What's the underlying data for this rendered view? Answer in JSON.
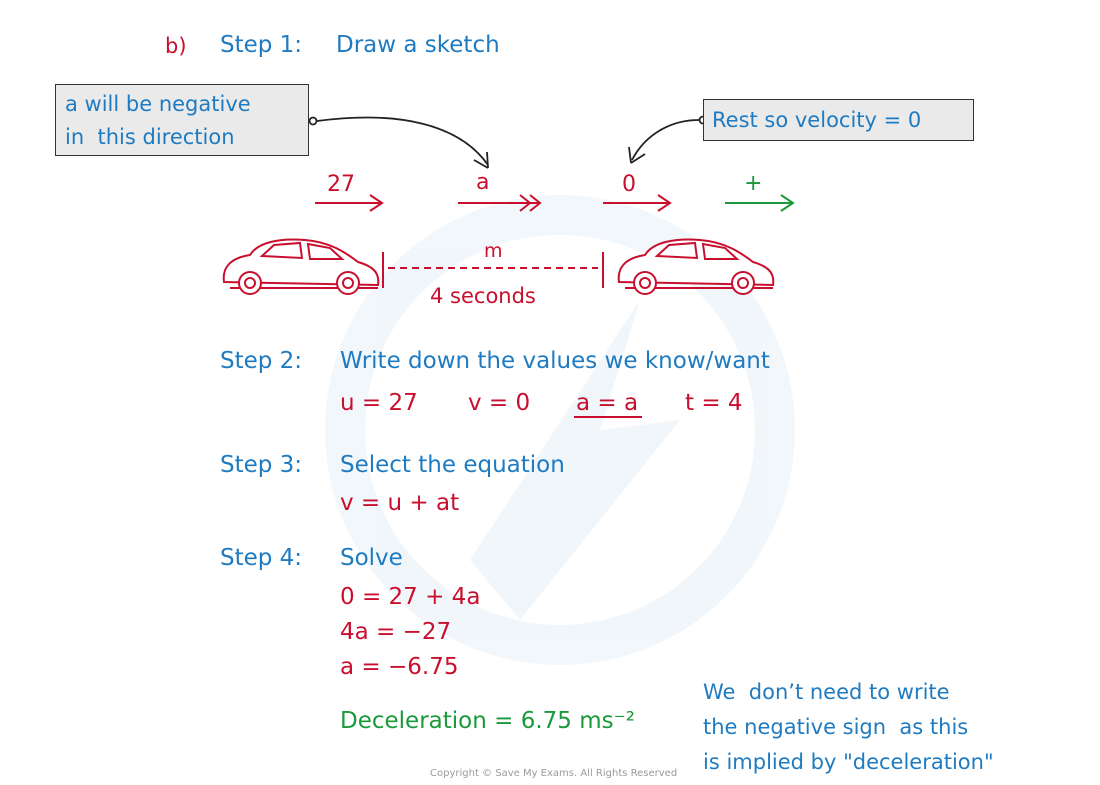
{
  "part_label": "b)",
  "step1": {
    "label": "Step 1:",
    "text": "Draw a sketch"
  },
  "callout_left": {
    "line1": "a will be negative",
    "line2": "in  this direction"
  },
  "callout_right": {
    "text": "Rest so velocity = 0"
  },
  "sketch": {
    "initial_velocity": "27",
    "acceleration": "a",
    "final_velocity": "0",
    "positive_direction": "+",
    "distance": "m",
    "time": "4 seconds"
  },
  "step2": {
    "label": "Step 2:",
    "text": "Write down the values we know/want",
    "values": [
      "u = 27",
      "v = 0",
      "a = a",
      "t = 4"
    ]
  },
  "step3": {
    "label": "Step 3:",
    "text": "Select the equation",
    "equation": "v = u + at"
  },
  "step4": {
    "label": "Step 4:",
    "text": "Solve",
    "lines": [
      "0 = 27 + 4a",
      "4a = −27",
      "a = −6.75"
    ],
    "result": "Deceleration = 6.75 ms⁻²"
  },
  "side_note": {
    "line1": "We  don’t need to write",
    "line2": "the negative sign  as this",
    "line3": "is implied by \"deceleration\""
  },
  "copyright": "Copyright © Save My Exams. All Rights Reserved",
  "colors": {
    "blue": "#1f7bc1",
    "red": "#c8102e",
    "green": "#1a9a3a"
  }
}
